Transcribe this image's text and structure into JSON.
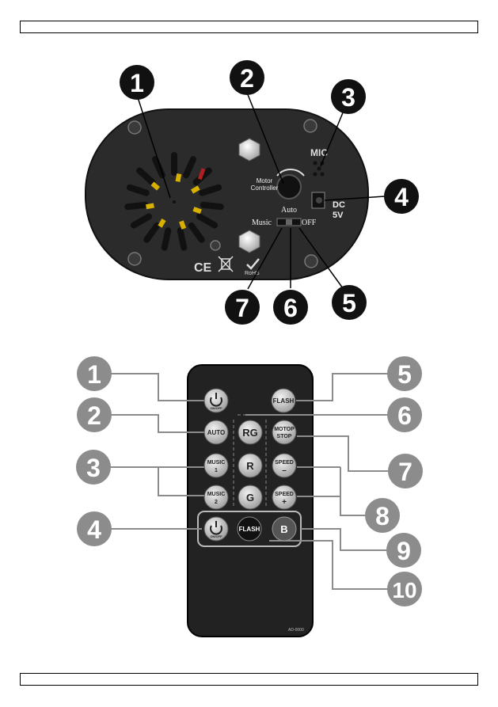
{
  "device": {
    "motor_controller_label": "Motor\nController",
    "mic_label": "MIC",
    "dc_label": "DC",
    "voltage_label": "5V",
    "switch_labels": {
      "music": "Music",
      "auto": "Auto",
      "off": "OFF"
    },
    "marks": {
      "ce": "CE",
      "rohs": "RoHS"
    },
    "callouts": [
      "1",
      "2",
      "3",
      "4",
      "5",
      "6",
      "7"
    ]
  },
  "remote": {
    "model": "AD-0000",
    "buttons": {
      "power_top": {
        "label": "ON/OFF"
      },
      "flash_top": "FLASH",
      "auto": "AUTO",
      "rg": "RG",
      "motor_stop": [
        "MOTOP",
        "STOP"
      ],
      "music1": [
        "MUSIC",
        "1"
      ],
      "r": "R",
      "speed_minus": [
        "SPEED",
        "–"
      ],
      "music2": [
        "MUSIC",
        "2"
      ],
      "g": "G",
      "speed_plus": [
        "SPEED",
        "+"
      ],
      "power_bottom": {
        "label": "ON/OFF"
      },
      "flash_bottom": "FLASH",
      "b": "B"
    },
    "callouts": [
      "1",
      "2",
      "3",
      "4",
      "5",
      "6",
      "7",
      "8",
      "9",
      "10"
    ]
  },
  "colors": {
    "callout_dark": "#111111",
    "callout_grey": "#8c8c8c",
    "body": "#222222",
    "key": "#d0d0d0"
  }
}
